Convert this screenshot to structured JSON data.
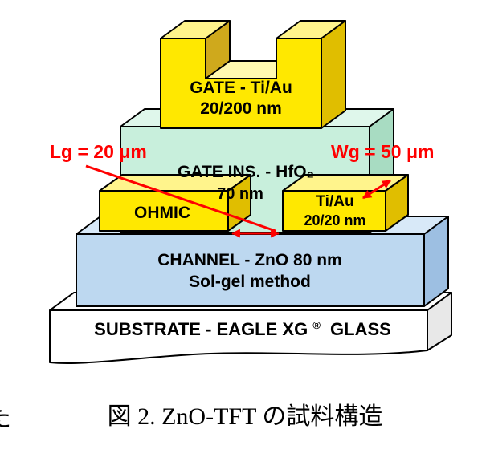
{
  "figure": {
    "gate": {
      "line1": "GATE - Ti/Au",
      "line2": "20/200 nm"
    },
    "gate_insulator": {
      "line1": "GATE INS. - HfO₂",
      "line2": "70 nm"
    },
    "ohmic_left": {
      "label": "OHMIC"
    },
    "ohmic_right": {
      "line1": "Ti/Au",
      "line2": "20/20 nm"
    },
    "channel": {
      "line1": "CHANNEL - ZnO 80 nm",
      "line2": "Sol-gel method"
    },
    "substrate": {
      "pre": "SUBSTRATE - EAGLE XG",
      "reg": "®",
      "post": "GLASS"
    },
    "annotations": {
      "gate_length": "Lg = 20 μm",
      "gate_width": "Wg = 50 μm"
    },
    "colors": {
      "layer_yellow": "#FFE800",
      "layer_green": "#C8EFDC",
      "layer_blue": "#BDD8F0",
      "substrate_white": "#FFFFFF",
      "annotation_red": "#FF0000"
    }
  },
  "caption": {
    "text": "図 2.  ZnO-TFT の試料構造",
    "left_fragment": "た"
  }
}
